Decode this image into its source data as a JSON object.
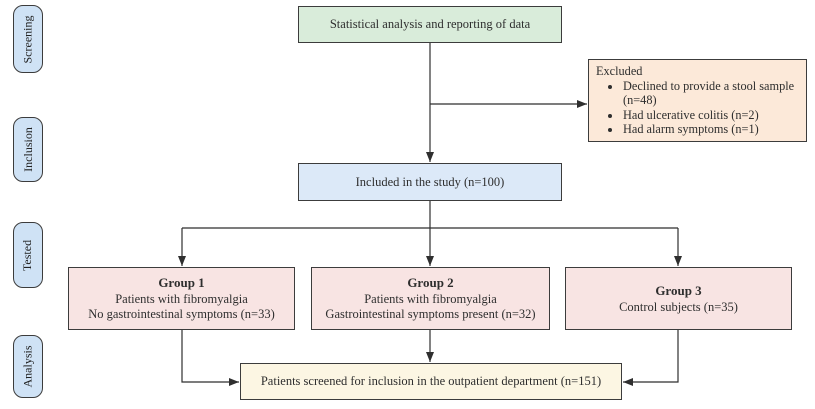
{
  "figure": {
    "stages": [
      {
        "label": "Screening"
      },
      {
        "label": "Inclusion"
      },
      {
        "label": "Tested"
      },
      {
        "label": "Analysis"
      }
    ],
    "nodes": {
      "statistical_analysis": {
        "text": "Statistical analysis and reporting of data"
      },
      "excluded": {
        "title": "Excluded",
        "items": [
          "Declined to provide a stool sample (n=48)",
          "Had ulcerative colitis (n=2)",
          "Had alarm symptoms (n=1)"
        ]
      },
      "included": {
        "text": "Included in the study (n=100)"
      },
      "groups": [
        {
          "title": "Group 1",
          "lines": [
            "Patients with fibromyalgia",
            "No gastrointestinal symptoms (n=33)"
          ]
        },
        {
          "title": "Group 2",
          "lines": [
            "Patients with fibromyalgia",
            "Gastrointestinal symptoms present (n=32)"
          ]
        },
        {
          "title": "Group 3",
          "lines": [
            "Control subjects (n=35)"
          ]
        }
      ],
      "screened": {
        "text": "Patients screened for inclusion in the outpatient department (n=151)"
      }
    },
    "colors": {
      "stage_pill_fill": "#cfe2f5",
      "statistical_fill": "#d9ecda",
      "excluded_fill": "#fce9d9",
      "included_fill": "#dce9f8",
      "group_fill": "#f8e4e3",
      "screened_fill": "#fcf6e3",
      "box_border": "#3c3c3c",
      "connector_line": "#2f2f2f"
    }
  }
}
